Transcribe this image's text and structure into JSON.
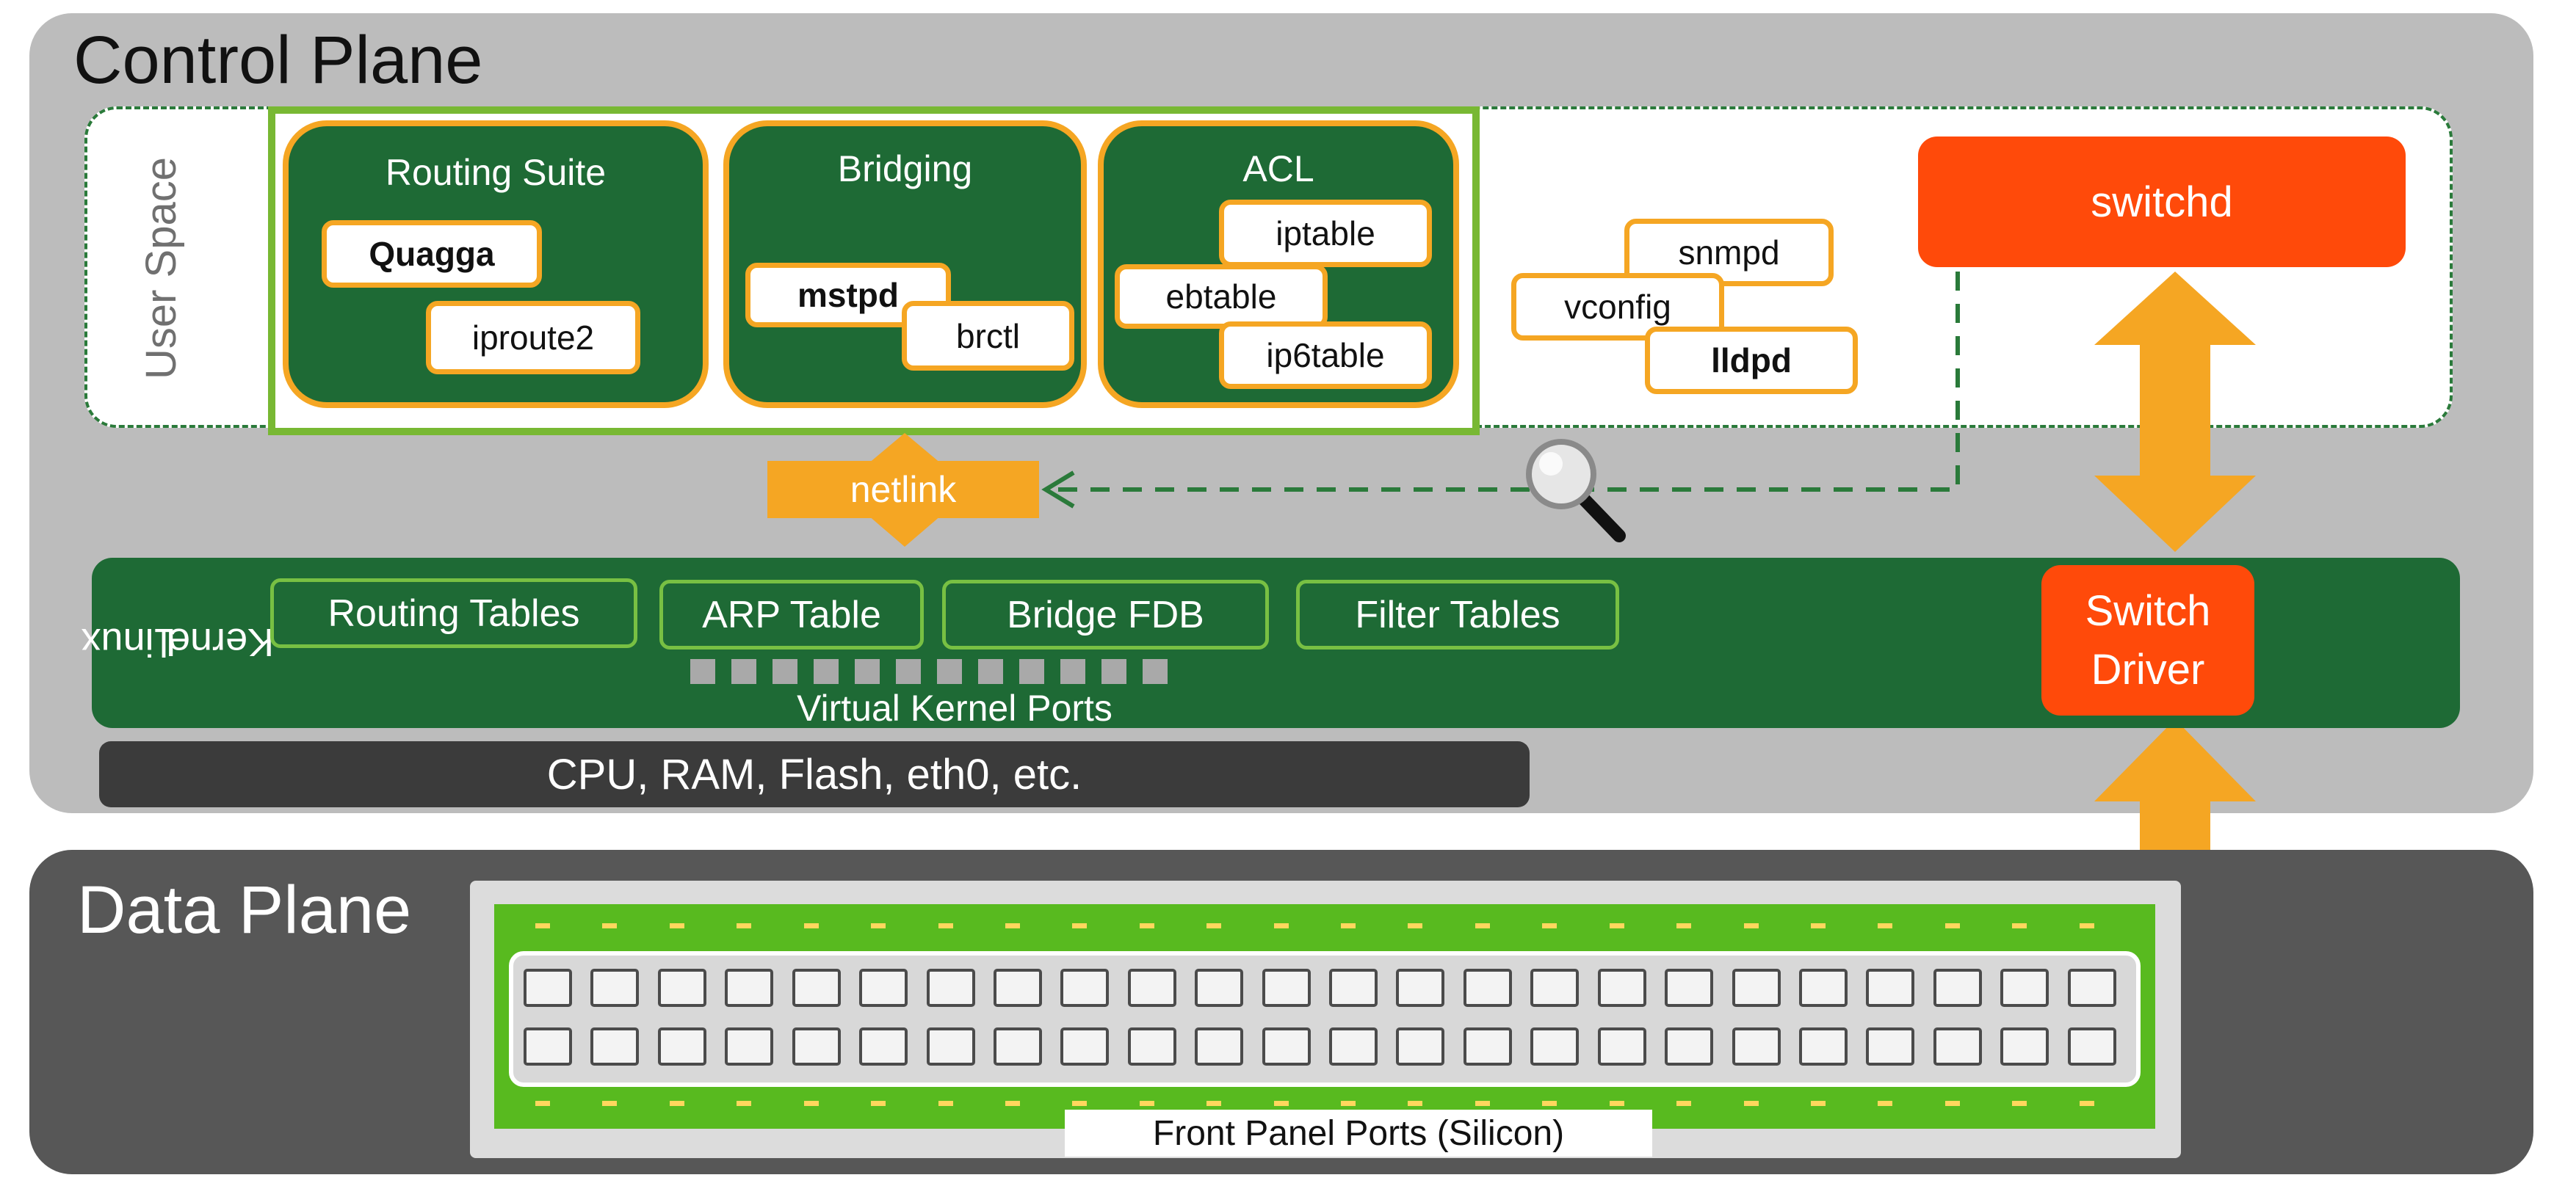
{
  "control_plane": {
    "title": "Control Plane",
    "user_space": {
      "label": "User Space",
      "groups": [
        {
          "title": "Routing Suite",
          "tools": [
            "Quagga",
            "iproute2"
          ]
        },
        {
          "title": "Bridging",
          "tools": [
            "mstpd",
            "brctl"
          ]
        },
        {
          "title": "ACL",
          "tools": [
            "iptable",
            "ebtable",
            "ip6table"
          ]
        }
      ],
      "daemons": [
        "snmpd",
        "vconfig",
        "lldpd"
      ],
      "switchd": "switchd"
    },
    "netlink": "netlink",
    "kernel": {
      "label_line1": "Linux",
      "label_line2": "Kernel",
      "tables": [
        "Routing Tables",
        "ARP Table",
        "Bridge FDB",
        "Filter Tables"
      ],
      "virtual_ports_label": "Virtual Kernel Ports",
      "virtual_port_count": 12,
      "switch_driver_line1": "Switch",
      "switch_driver_line2": "Driver"
    },
    "hardware": "CPU, RAM, Flash, eth0, etc."
  },
  "data_plane": {
    "title": "Data Plane",
    "panel_label": "Front Panel Ports (Silicon)",
    "port_columns": 24,
    "port_rows": 2
  },
  "colors": {
    "dark_green": "#1e6a35",
    "light_green": "#78b833",
    "orange": "#f5a623",
    "red_orange": "#ff4a0a",
    "gray_light": "#bcbcbc",
    "gray_dark": "#575757"
  }
}
